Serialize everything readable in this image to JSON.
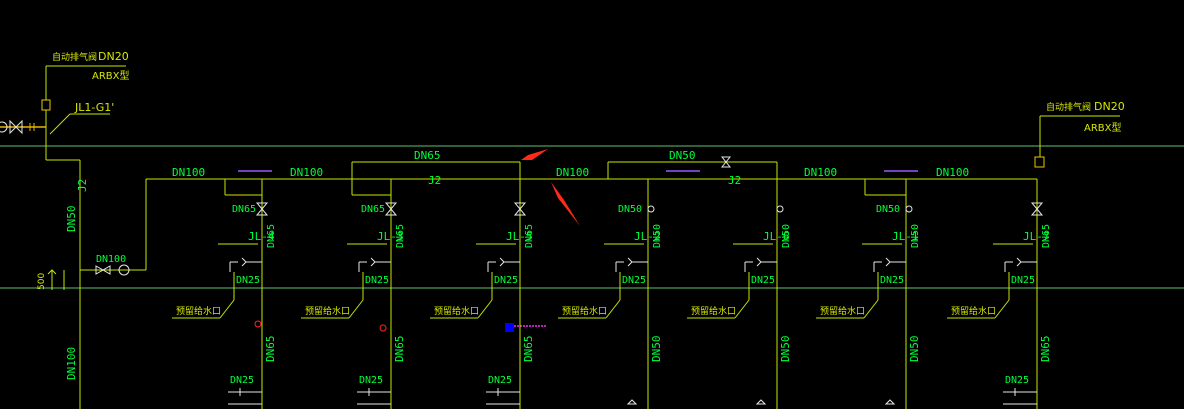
{
  "colors": {
    "background": "#000000",
    "pipe": "#c8e600",
    "label": "#00ff3a",
    "text": "#d7e800",
    "grid": "#5fbf6a",
    "fitting": "#e6e6e6",
    "arrow": "#ff2a1a",
    "marker": "#0000ff",
    "magenta": "#ff22ff",
    "purple": "#9b59ff"
  },
  "vent_left": {
    "name": "自动排气阀",
    "size": "DN20",
    "model": "ARBX型"
  },
  "vent_right": {
    "name": "自动排气阀",
    "size": "DN20",
    "model": "ARBX型"
  },
  "riser_tag": "JL1-G1'",
  "main_riser": {
    "size": "DN50",
    "bottom_size": "DN100",
    "tag": "J2",
    "elev": "500"
  },
  "inlet": {
    "size": "DN100"
  },
  "header": {
    "segments": [
      "DN100",
      "DN100",
      "DN65",
      "DN100",
      "DN50",
      "DN100",
      "DN100"
    ],
    "tags": [
      "J2",
      "J2"
    ]
  },
  "risers": [
    {
      "tag": "JL-4",
      "top": "DN65",
      "pipe": "DN65",
      "branch": "DN25",
      "outlet": "预留给水口",
      "lower": "DN65",
      "bottom": "DN25"
    },
    {
      "tag": "JL-3",
      "top": "DN65",
      "pipe": "DN65",
      "branch": "DN25",
      "outlet": "预留给水口",
      "lower": "DN65",
      "bottom": "DN25"
    },
    {
      "tag": "JL-5",
      "top": "",
      "pipe": "DN65",
      "branch": "DN25",
      "outlet": "预留给水口",
      "lower": "DN65",
      "bottom": "DN25"
    },
    {
      "tag": "JL-2",
      "top": "DN50",
      "pipe": "DN50",
      "branch": "DN25",
      "outlet": "预留给水口",
      "lower": "DN50",
      "bottom": ""
    },
    {
      "tag": "JL-6",
      "top": "",
      "pipe": "DN50",
      "branch": "DN25",
      "outlet": "预留给水口",
      "lower": "DN50",
      "bottom": ""
    },
    {
      "tag": "JL-1",
      "top": "DN50",
      "pipe": "DN50",
      "branch": "DN25",
      "outlet": "预留给水口",
      "lower": "DN50",
      "bottom": ""
    },
    {
      "tag": "JL-7",
      "top": "",
      "pipe": "DN65",
      "branch": "DN25",
      "outlet": "预留给水口",
      "lower": "DN65",
      "bottom": "DN25"
    }
  ]
}
